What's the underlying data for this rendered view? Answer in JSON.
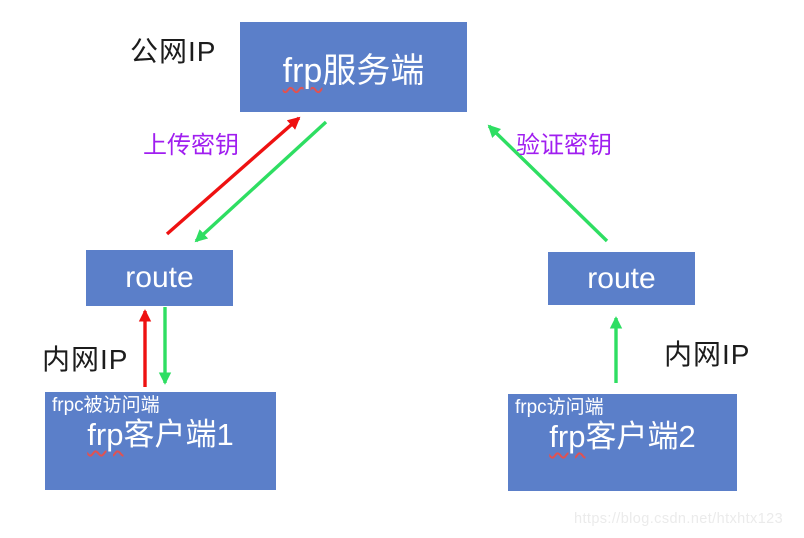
{
  "colors": {
    "box-blue": "#5b7fc9",
    "box-text-white": "#ffffff",
    "arrow-red": "#ee1111",
    "arrow-green": "#2ede62",
    "label-purple": "#a01ef0",
    "text-black": "#1c1c1c",
    "squiggle-red": "#e05252",
    "watermark-gray": "#ebebeb"
  },
  "nodes": {
    "server": {
      "name_en": "frp",
      "name_cn": "服务端"
    },
    "route_left": {
      "label": "route"
    },
    "route_right": {
      "label": "route"
    },
    "client1": {
      "role": "frpc被访问端",
      "name_en": "frp",
      "name_cn": "客户端1"
    },
    "client2": {
      "role": "frpc访问端",
      "name_en": "frp",
      "name_cn": "客户端2"
    }
  },
  "labels": {
    "public_ip": "公网IP",
    "upload_key": "上传密钥",
    "verify_key": "验证密钥",
    "internal_ip_left": "内网IP",
    "internal_ip_right": "内网IP"
  },
  "watermark": "https://blog.csdn.net/htxhtx123"
}
